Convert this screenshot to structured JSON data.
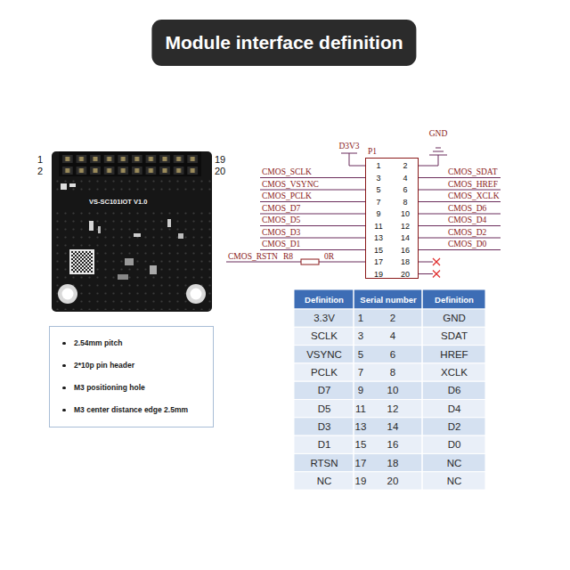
{
  "diagram": {
    "title": "Module interface definition",
    "nodes": [
      {
        "text": [
          "P1",
          "1",
          "2",
          "3",
          "4",
          "5",
          "6",
          "7",
          "8",
          "9",
          "10",
          "11",
          "12",
          "13",
          "14",
          "15",
          "16",
          "17",
          "18",
          "19",
          "20"
        ]
      },
      {
        "text": [
          "2.54mm pitch",
          "2*10p pin header",
          "M3 positioning hole",
          "M3 center distance edge 2.5mm"
        ]
      }
    ],
    "labels": [
      "1",
      "2",
      "19",
      "20",
      "VS-SC101IOT V1.0",
      "D3V3",
      "GND",
      "CMOS_SCLK",
      "CMOS_VSYNC",
      "CMOS_PCLK",
      "CMOS_D7",
      "CMOS_D5",
      "CMOS_D3",
      "CMOS_D1",
      "CMOS_SDAT",
      "CMOS_HREF",
      "CMOS_XCLK",
      "CMOS_D6",
      "CMOS_D4",
      "CMOS_D2",
      "CMOS_D0",
      "CMOS_RSTN",
      "R8",
      "0R",
      "Definition",
      "Serial number",
      "Definition",
      "3.3V",
      "1",
      "2",
      "GND",
      "SCLK",
      "3",
      "4",
      "SDAT",
      "VSYNC",
      "5",
      "6",
      "HREF",
      "PCLK",
      "7",
      "8",
      "XCLK",
      "D7",
      "9",
      "10",
      "D6",
      "D5",
      "11",
      "12",
      "D4",
      "D3",
      "13",
      "14",
      "D2",
      "D1",
      "15",
      "16",
      "D0",
      "RTSN",
      "17",
      "18",
      "NC",
      "NC",
      "19",
      "20",
      "NC"
    ]
  }
}
